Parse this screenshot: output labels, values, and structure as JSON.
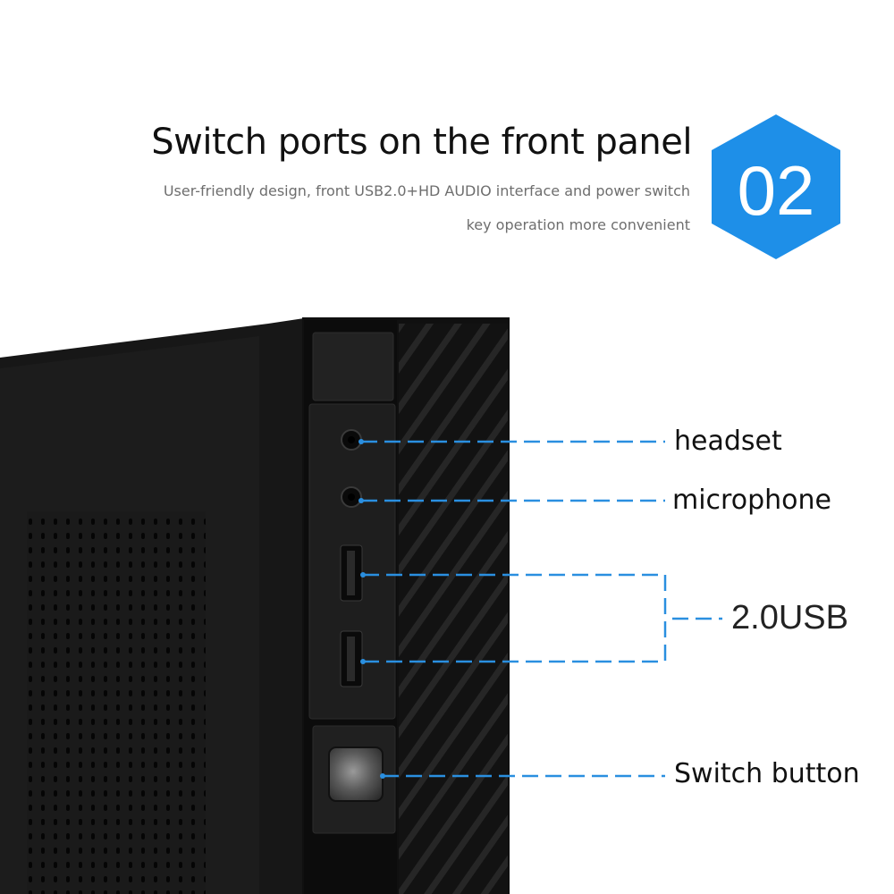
{
  "header": {
    "title": "Switch ports on the front panel",
    "subtitle_line1": "User-friendly design, front USB2.0+HD AUDIO interface and power switch",
    "subtitle_line2": "key operation more convenient"
  },
  "badge": {
    "number": "02",
    "color": "#1e8fe8"
  },
  "callouts": {
    "headset": "headset",
    "microphone": "microphone",
    "usb": "2.0USB",
    "switch": "Switch button"
  },
  "colors": {
    "line": "#2a8fe0",
    "case": "#141414",
    "panel": "#1d1d1d"
  }
}
